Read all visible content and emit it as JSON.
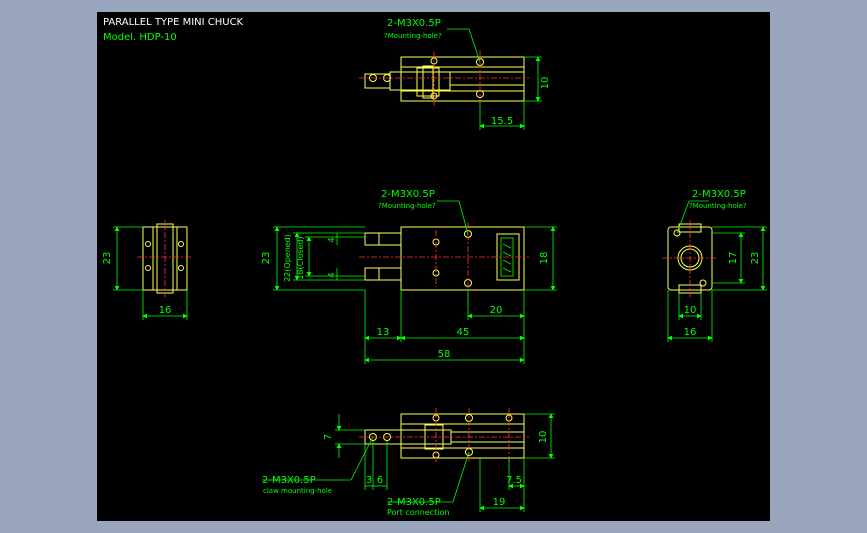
{
  "title": {
    "text": "PARALLEL TYPE MINI CHUCK",
    "model": "Model. HDP-10"
  },
  "colors": {
    "background": "#000000",
    "outline": "#ffff55",
    "dimension": "#00ff00",
    "center": "#ff3333",
    "title": "#ffffff",
    "window": "#9aa6bd"
  },
  "callouts": {
    "top_thread": "2-M3X0.5P",
    "top_thread_note": "?Mounting-hole?",
    "front_thread": "2-M3X0.5P",
    "front_thread_note": "?Mounting-hole?",
    "right_thread": "2-M3X0.5P",
    "right_thread_note": "?Mounting-hole?",
    "claw_thread": "2-M3X0.5P",
    "claw_thread_note": "claw mounting-hole",
    "port_thread": "2-M3X0.5P",
    "port_thread_note": "Port connection"
  },
  "dimensions": {
    "top_height": "10",
    "top_offset": "15.5",
    "left_height": "23",
    "left_width": "16",
    "front_height": "23",
    "front_opened": "22(Opened)",
    "front_closed": "18(Closed)",
    "front_jaw_upper": "4",
    "front_jaw_lower": "4",
    "front_body_height": "18",
    "front_jaw_len": "13",
    "front_body_len": "45",
    "front_hole_pos": "20",
    "front_total_len": "58",
    "right_height_outer": "23",
    "right_height_inner": "17",
    "right_width_inner": "10",
    "right_width_outer": "16",
    "bottom_height_left": "7",
    "bottom_height_right": "10",
    "bottom_small_a": "3",
    "bottom_small_b": "6",
    "bottom_right_a": "7.5",
    "bottom_right_b": "19"
  }
}
